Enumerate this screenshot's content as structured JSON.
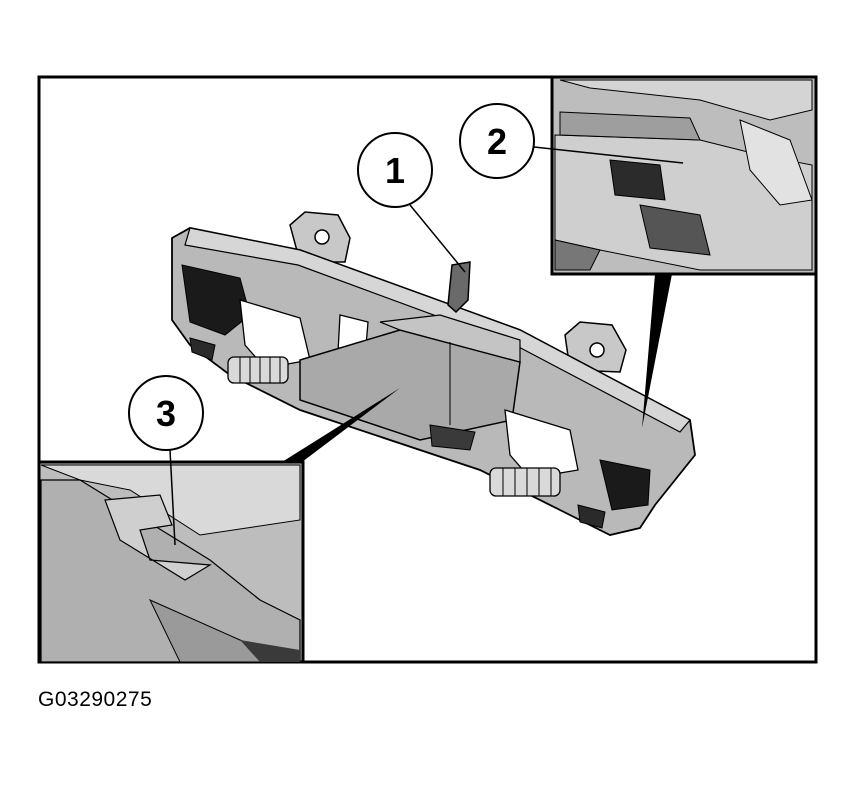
{
  "figure": {
    "figure_id": "G03290275",
    "callouts": [
      {
        "number": "1"
      },
      {
        "number": "2"
      },
      {
        "number": "3"
      }
    ]
  },
  "colors": {
    "line": "#000000",
    "background": "#ffffff",
    "part_light": "#c8c8c8",
    "part_mid": "#a9a9a9",
    "part_dark": "#6a6a6a",
    "part_black": "#1a1a1a",
    "inset_bg": "#bdbdbd"
  }
}
